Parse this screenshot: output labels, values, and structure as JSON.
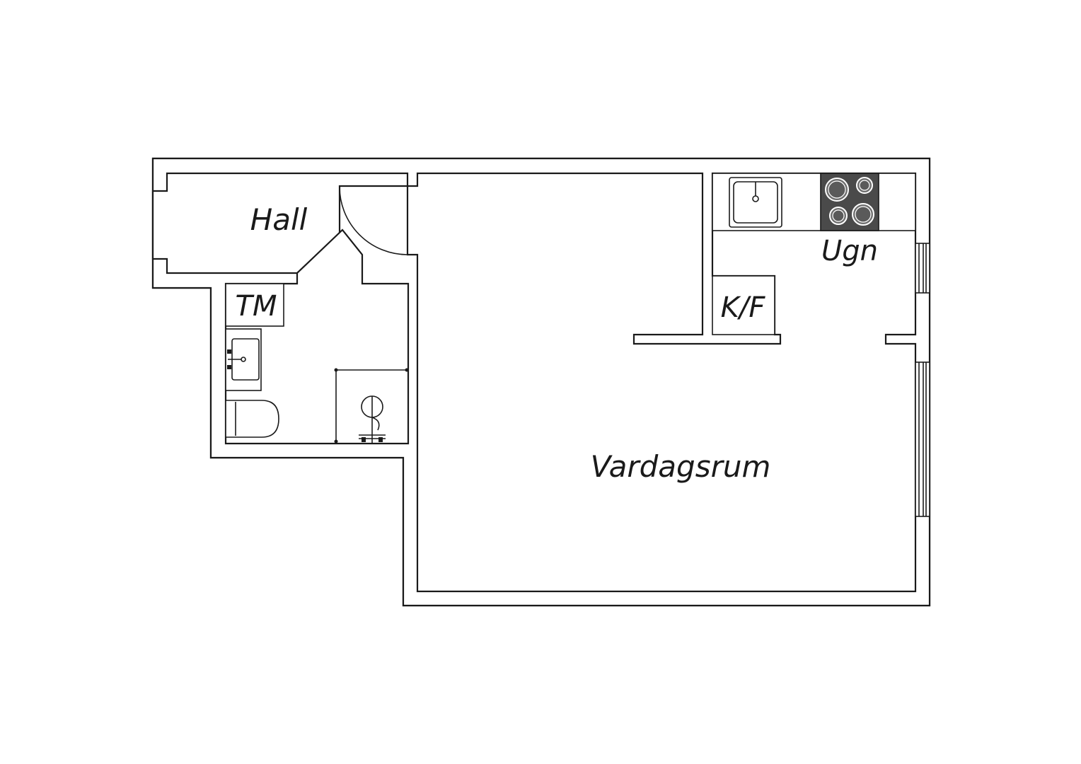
{
  "rooms": {
    "hall": "Hall",
    "tm": "TM",
    "kf": "K/F",
    "ugn": "Ugn",
    "vardagsrum": "Vardagsrum"
  },
  "colors": {
    "line": "#1a1a1a",
    "background": "#ffffff",
    "stove": "#4a4a4a"
  }
}
